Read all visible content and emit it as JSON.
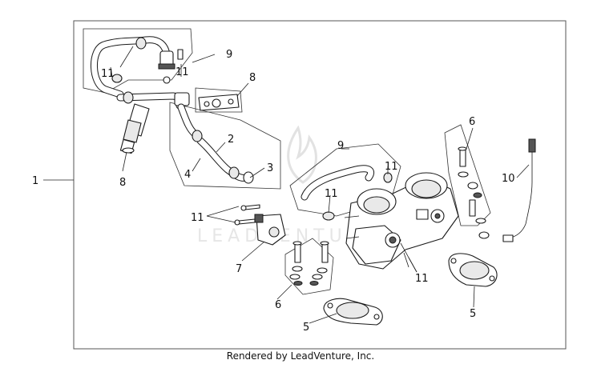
{
  "diagram": {
    "watermark": "LEADVENTURE",
    "credit": "Rendered by LeadVenture, Inc.",
    "labels": {
      "l1": "1",
      "l2": "2",
      "l3": "3",
      "l4": "4",
      "l5a": "5",
      "l5b": "5",
      "l6a": "6",
      "l6b": "6",
      "l7": "7",
      "l8a": "8",
      "l8b": "8",
      "l9a": "9",
      "l9b": "9",
      "l10": "10",
      "l11a": "11",
      "l11b": "11",
      "l11c": "11",
      "l11d": "11",
      "l11e": "11",
      "l11f": "11"
    }
  }
}
